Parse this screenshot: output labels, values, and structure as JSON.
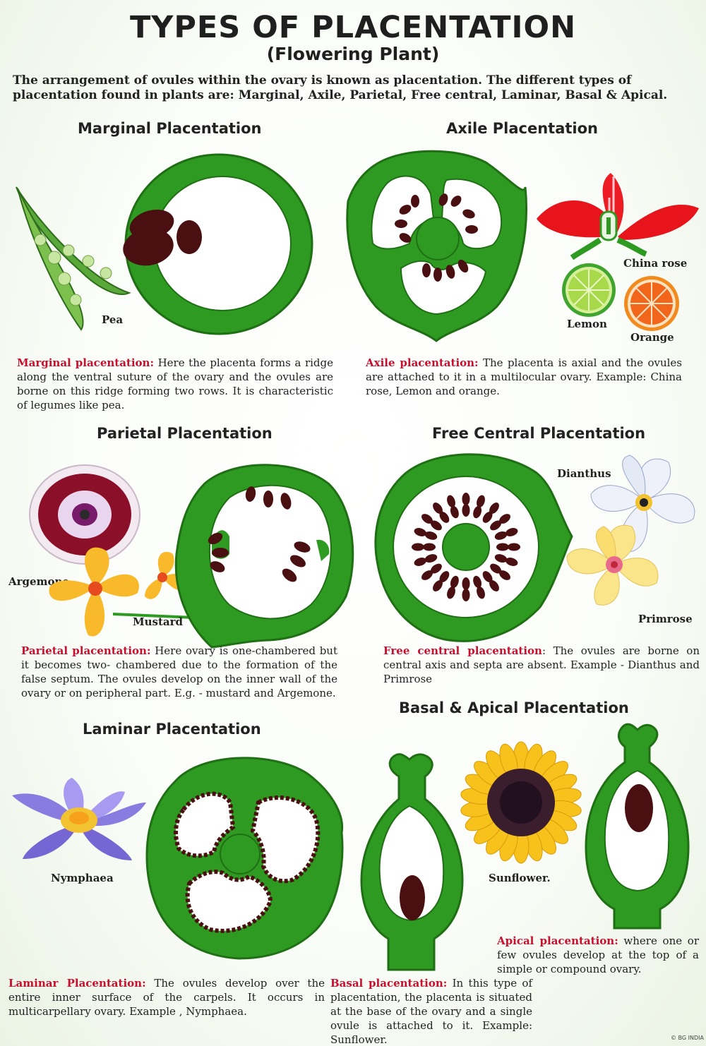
{
  "title": "TYPES OF PLACENTATION",
  "subtitle": "(Flowering Plant)",
  "intro": "The arrangement of ovules within the ovary is known as placentation. The different types of placentation found in plants are: Marginal, Axile, Parietal, Free central, Laminar, Basal & Apical.",
  "sections": {
    "marginal": {
      "heading": "Marginal Placentation",
      "term": "Marginal placentation:",
      "text": " Here the placenta forms a ridge along the ventral suture of the ovary and the ovules are borne on this ridge forming two rows. It is characteristic of legumes like pea.",
      "labels": {
        "pea": "Pea"
      }
    },
    "axile": {
      "heading": "Axile Placentation",
      "term": "Axile placentation:",
      "text": " The placenta is axial and the ovules are attached to it in a multilocular ovary. Example: China rose, Lemon and orange.",
      "labels": {
        "china_rose": "China rose",
        "lemon": "Lemon",
        "orange": "Orange"
      }
    },
    "parietal": {
      "heading": "Parietal Placentation",
      "term": "Parietal placentation:",
      "text": " Here ovary is one-chambered but it becomes two- chambered due to the formation of the false septum. The ovules develop on the inner wall of the ovary or on peripheral part. E.g. - mustard and Argemone.",
      "labels": {
        "argemone": "Argemone",
        "mustard": "Mustard"
      }
    },
    "free_central": {
      "heading": "Free Central Placentation",
      "term": "Free central placentation",
      "text": ": The ovules are borne on central axis and septa are absent. Example - Dianthus and Primrose",
      "labels": {
        "dianthus": "Dianthus",
        "primrose": "Primrose"
      }
    },
    "laminar": {
      "heading": "Laminar Placentation",
      "term": "Laminar Placentation:",
      "text": " The ovules develop over the entire inner surface of the carpels. It occurs in multicarpellary ovary. Example , Nymphaea.",
      "labels": {
        "nymphaea": "Nymphaea"
      }
    },
    "basal_apical": {
      "heading": "Basal & Apical Placentation",
      "apical_term": "Apical placentation:",
      "apical_text": " where one or few ovules develop at the top of a simple or compound ovary.",
      "basal_term": "Basal placentation:",
      "basal_text": " In this type of placentation, the placenta is situated at the base of the ovary and a single ovule is attached to it. Example: Sunflower.",
      "labels": {
        "sunflower": "Sunflower."
      }
    }
  },
  "credit": "© BG INDIA",
  "colors": {
    "ovary_green": "#2e9a22",
    "ovary_dark": "#1f6f14",
    "ovule": "#4a0f10",
    "term_red": "#c8102e",
    "chamber": "#ffffff"
  }
}
